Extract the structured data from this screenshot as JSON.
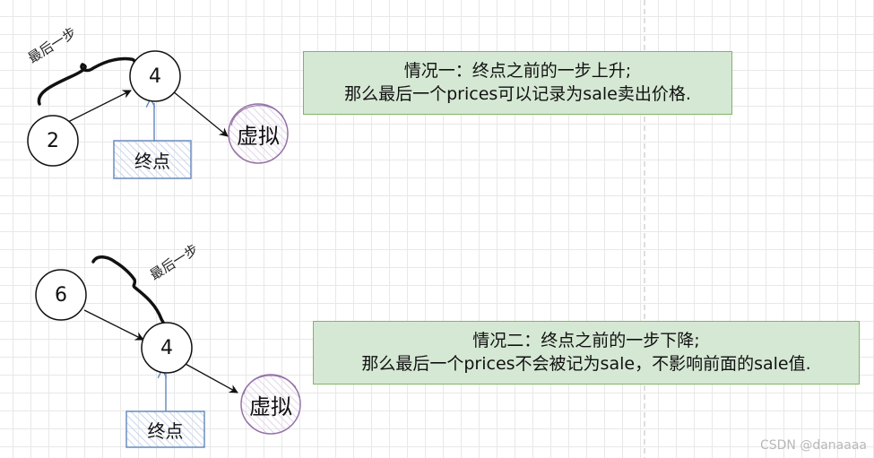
{
  "case1": {
    "nodes": {
      "prev": "2",
      "end": "4",
      "virtual": "虚拟",
      "end_box": "终点"
    },
    "last_step_label": "最后一步",
    "note_line1": "情况一：终点之前的一步上升;",
    "note_line2": "那么最后一个prices可以记录为sale卖出价格."
  },
  "case2": {
    "nodes": {
      "prev": "6",
      "end": "4",
      "virtual": "虚拟",
      "end_box": "终点"
    },
    "last_step_label": "最后一步",
    "note_line1": "情况二：终点之前的一步下降;",
    "note_line2": "那么最后一个prices不会被记为sale，不影响前面的sale值."
  },
  "watermark": "CSDN @danaaaa",
  "colors": {
    "note_fill": "#d5e8d4",
    "note_border": "#82b366",
    "box_border": "#6c8ebf",
    "box_hatch": "#c8d6ee",
    "virtual_border": "#9673a6",
    "virtual_hatch": "#d9c8e3"
  }
}
